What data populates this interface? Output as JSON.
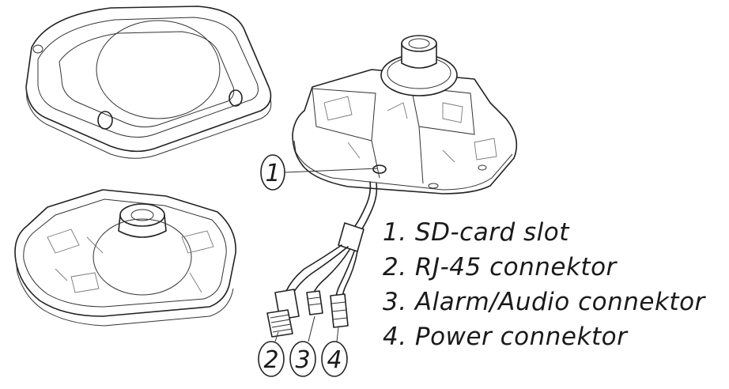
{
  "legend": {
    "items": [
      "1. SD-card slot",
      "2. RJ-45 connektor",
      "3. Alarm/Audio connektor",
      "4. Power connektor"
    ]
  },
  "callouts": {
    "one": "1",
    "two": "2",
    "three": "3",
    "four": "4"
  }
}
